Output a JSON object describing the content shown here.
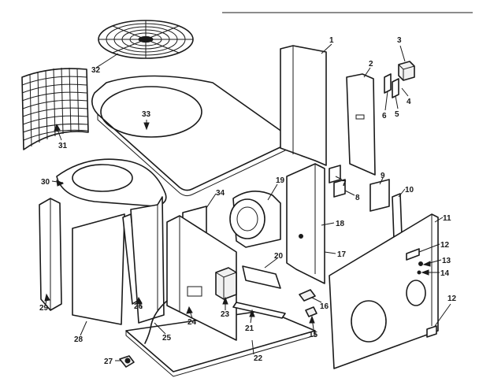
{
  "callouts": [
    "1",
    "2",
    "3",
    "4",
    "5",
    "6",
    "7",
    "8",
    "9",
    "10",
    "11",
    "12",
    "13",
    "14",
    "15",
    "16",
    "17",
    "18",
    "19",
    "20",
    "21",
    "22",
    "23",
    "24",
    "25",
    "26",
    "27",
    "28",
    "29",
    "30",
    "31",
    "32",
    "33",
    "34"
  ],
  "extra_callouts": [
    "12"
  ]
}
